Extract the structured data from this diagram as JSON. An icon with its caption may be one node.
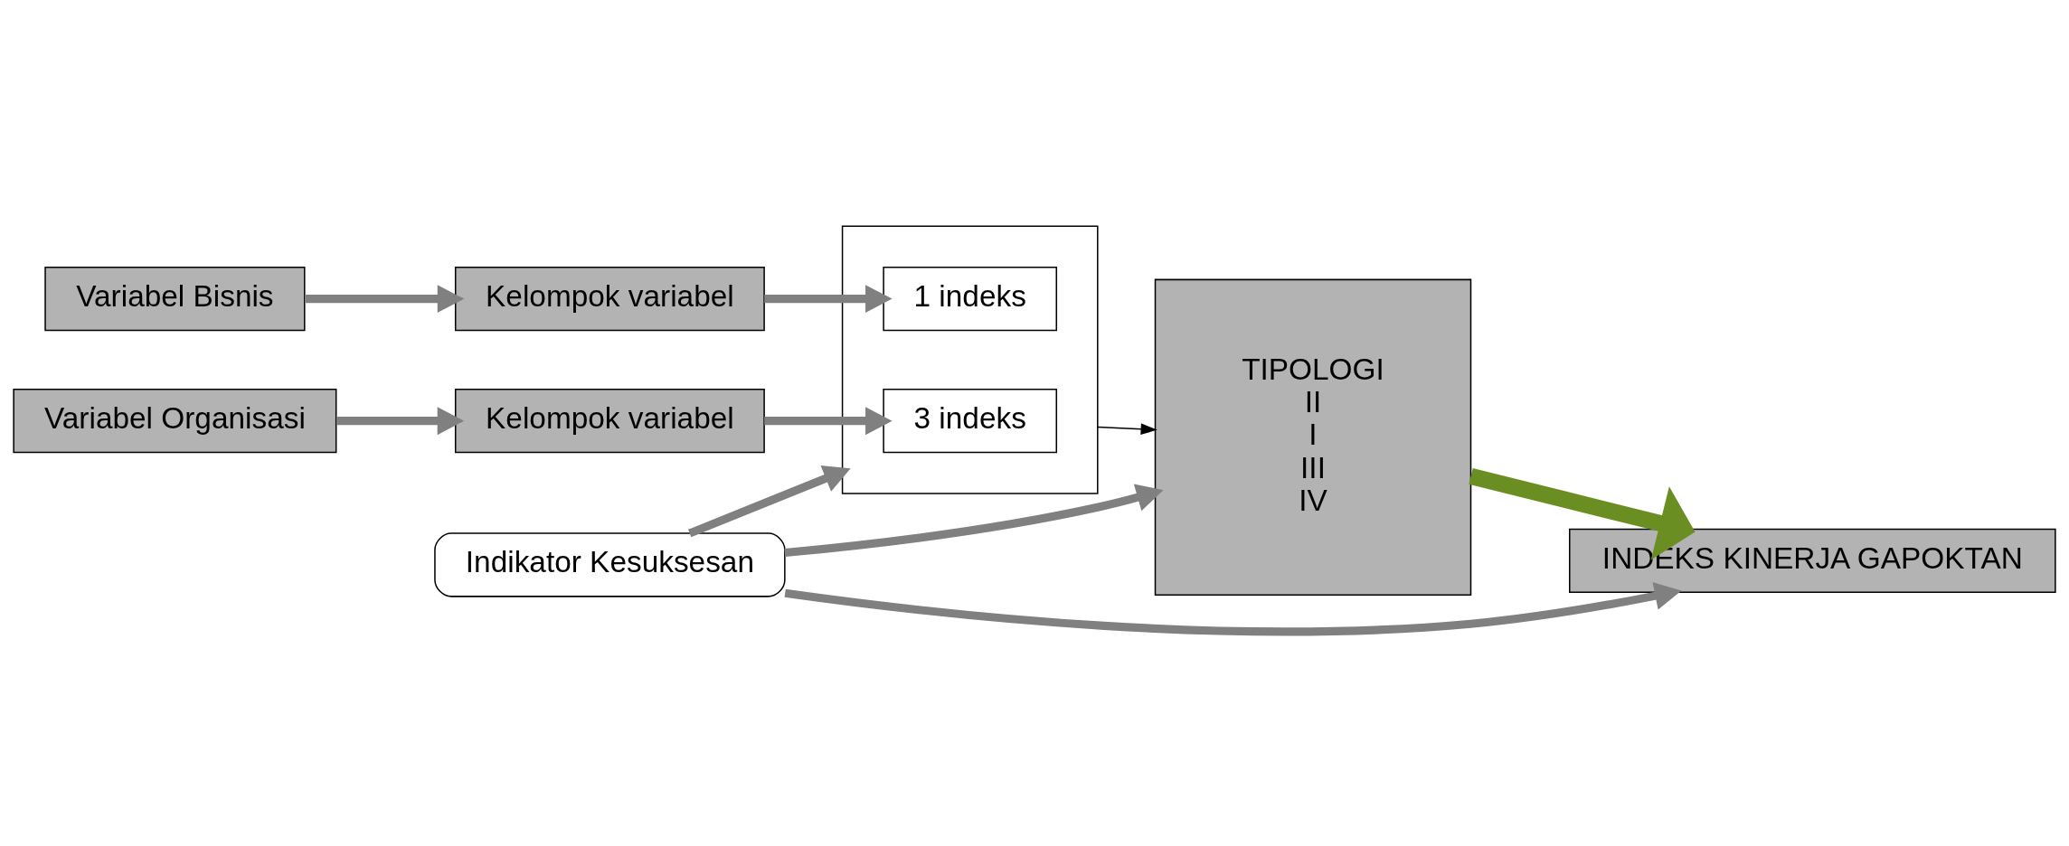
{
  "diagram": {
    "nodes": [
      {
        "text": [
          "Indikator Kesuksesan"
        ]
      },
      {
        "text": [
          "Variabel Organisasi"
        ]
      },
      {
        "text": [
          "Kelompok variabel"
        ]
      },
      {
        "text": [],
        "shape": "box"
      },
      {
        "text": [
          "3 indeks"
        ],
        "in": 3
      },
      {
        "text": [
          "1 indeks"
        ],
        "in": 3
      },
      {
        "text": [
          "Kelompok variabel"
        ]
      },
      {
        "text": [
          "Variabel Bisnis"
        ]
      },
      {
        "text": [
          "TIPOLOGI",
          "II",
          "I",
          "III",
          "IV"
        ]
      },
      {
        "text": [
          "INDEKS KINERJA GAPOKTAN"
        ]
      }
    ],
    "edges": [
      {
        "from": 0,
        "to": 3,
        "arrow": "to"
      },
      {
        "from": 0,
        "to": 8,
        "arrow": "to"
      },
      {
        "from": 0,
        "to": 9,
        "arrow": "to"
      },
      {
        "from": 1,
        "to": 2,
        "arrow": "to"
      },
      {
        "from": 2,
        "to": 4,
        "arrow": "to"
      },
      {
        "from": 7,
        "to": 6,
        "arrow": "to"
      },
      {
        "from": 6,
        "to": 5,
        "arrow": "to"
      },
      {
        "from": 3,
        "to": 8,
        "arrow": "to",
        "color": "#000000"
      },
      {
        "from": 8,
        "to": 9,
        "arrow": "to",
        "style": "thick",
        "color": "#6b8e23"
      }
    ]
  }
}
